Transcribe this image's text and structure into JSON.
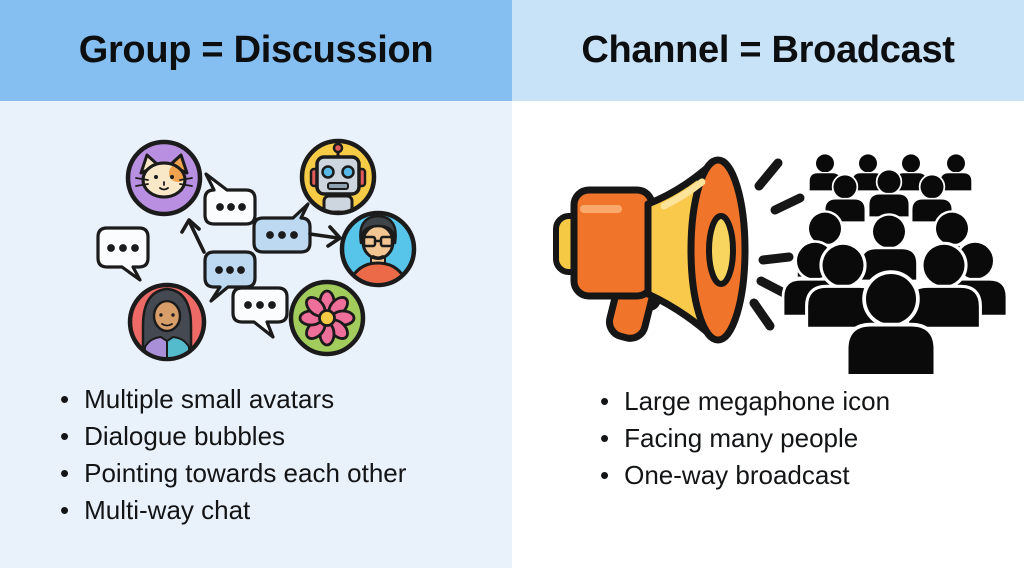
{
  "left_panel": {
    "title": "Group = Discussion",
    "bullets": [
      "Multiple small avatars",
      "Dialogue bubbles",
      "Pointing towards each other",
      "Multi-way chat"
    ],
    "illustration": {
      "avatars": [
        {
          "icon": "cat-avatar",
          "circle_color": "#b990e1"
        },
        {
          "icon": "robot-avatar",
          "circle_color": "#f6cb46"
        },
        {
          "icon": "man-glasses-avatar",
          "circle_color": "#57c4ea"
        },
        {
          "icon": "flower-avatar",
          "circle_color": "#a2cc5c"
        },
        {
          "icon": "woman-avatar",
          "circle_color": "#ee6a67"
        }
      ],
      "speech_bubble_count": 5,
      "speech_bubble_dots": "...",
      "bubble_blue": "#bdd9f2",
      "bubble_white": "#fafcfe",
      "arrows": [
        "arrow-up-left-icon",
        "arrow-right-icon"
      ]
    },
    "colors": {
      "header_bg": "#85bef0",
      "body_bg": "#e9f1fb"
    }
  },
  "right_panel": {
    "title": "Channel = Broadcast",
    "bullets": [
      "Large megaphone icon",
      "Facing many people",
      "One-way broadcast"
    ],
    "illustration": {
      "icons": [
        "megaphone-icon",
        "sound-waves-icon",
        "crowd-icon"
      ],
      "megaphone_orange": "#f0752b",
      "megaphone_yellow": "#f8c94b",
      "crowd_color": "#0a0a0a"
    },
    "colors": {
      "header_bg": "#c8e2f8",
      "body_bg": "#ffffff"
    }
  },
  "text_color": "#121416"
}
